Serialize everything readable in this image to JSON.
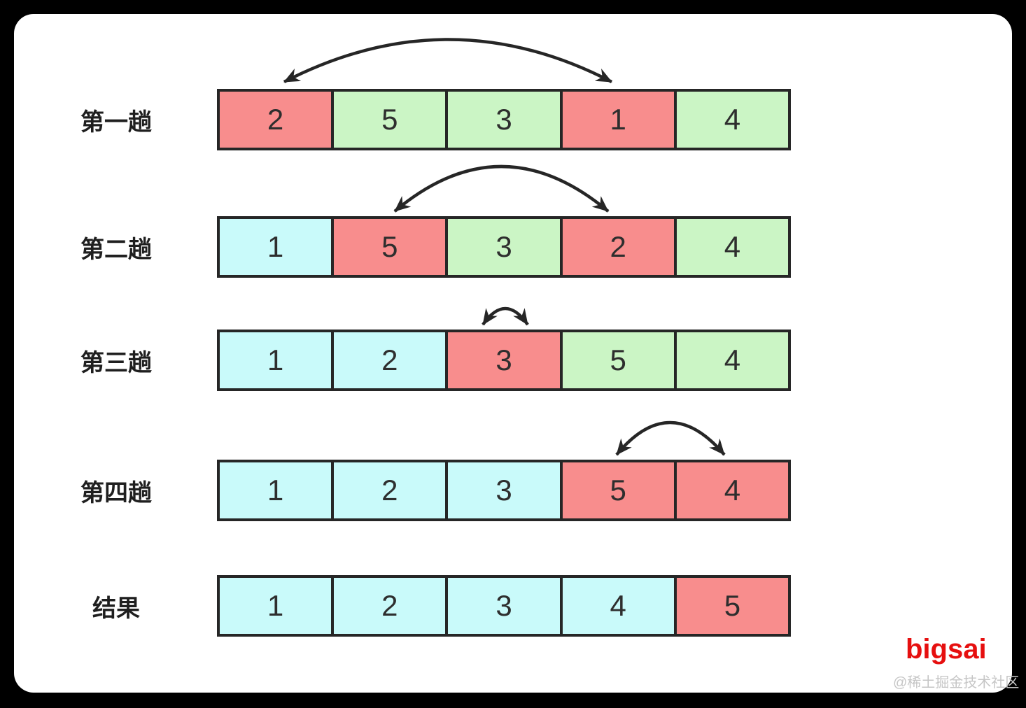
{
  "page": {
    "background_color": "#000000",
    "card_color": "#ffffff"
  },
  "palette": {
    "swap_highlight_red": "#F88D8D",
    "unsorted_green": "#CBF5C5",
    "sorted_cyan": "#C9FAFA",
    "border_color": "#262626",
    "arrow_color": "#262626"
  },
  "diagram": {
    "description": "selection-sort passes",
    "rows": [
      {
        "label": "第一趟",
        "cells": [
          {
            "value": "2",
            "state": "red"
          },
          {
            "value": "5",
            "state": "green"
          },
          {
            "value": "3",
            "state": "green"
          },
          {
            "value": "1",
            "state": "red"
          },
          {
            "value": "4",
            "state": "green"
          }
        ],
        "swap": {
          "from_index": 0,
          "to_index": 3
        }
      },
      {
        "label": "第二趟",
        "cells": [
          {
            "value": "1",
            "state": "cyan"
          },
          {
            "value": "5",
            "state": "red"
          },
          {
            "value": "3",
            "state": "green"
          },
          {
            "value": "2",
            "state": "red"
          },
          {
            "value": "4",
            "state": "green"
          }
        ],
        "swap": {
          "from_index": 1,
          "to_index": 3
        }
      },
      {
        "label": "第三趟",
        "cells": [
          {
            "value": "1",
            "state": "cyan"
          },
          {
            "value": "2",
            "state": "cyan"
          },
          {
            "value": "3",
            "state": "red"
          },
          {
            "value": "5",
            "state": "green"
          },
          {
            "value": "4",
            "state": "green"
          }
        ],
        "swap": {
          "from_index": 2,
          "to_index": 2
        }
      },
      {
        "label": "第四趟",
        "cells": [
          {
            "value": "1",
            "state": "cyan"
          },
          {
            "value": "2",
            "state": "cyan"
          },
          {
            "value": "3",
            "state": "cyan"
          },
          {
            "value": "5",
            "state": "red"
          },
          {
            "value": "4",
            "state": "red"
          }
        ],
        "swap": {
          "from_index": 3,
          "to_index": 4
        }
      },
      {
        "label": "结果",
        "cells": [
          {
            "value": "1",
            "state": "cyan"
          },
          {
            "value": "2",
            "state": "cyan"
          },
          {
            "value": "3",
            "state": "cyan"
          },
          {
            "value": "4",
            "state": "cyan"
          },
          {
            "value": "5",
            "state": "red"
          }
        ],
        "swap": null
      }
    ]
  },
  "branding": {
    "logo_text": "bigsai",
    "logo_color": "#E60F0F",
    "watermark_text": "@稀土掘金技术社区"
  }
}
